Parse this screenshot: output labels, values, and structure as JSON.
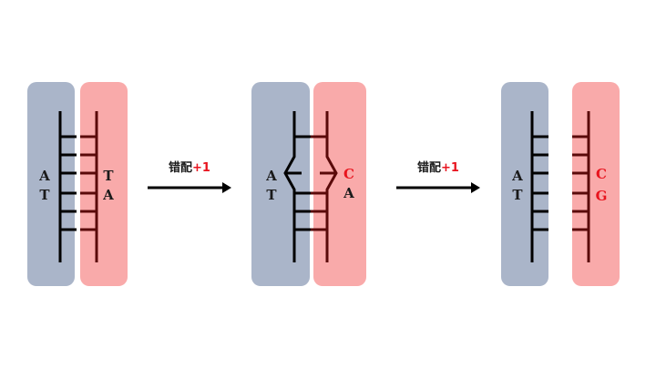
{
  "colors": {
    "blue_strand_bg": "#aab5c9",
    "pink_strand_bg": "#f9aaaa",
    "left_strand_line": "#000000",
    "right_strand_line": "#5a0a0a",
    "mismatch_red": "#e8141e",
    "text_dark": "#1a1a1a"
  },
  "panels": [
    {
      "left_bases": [
        "A",
        "T"
      ],
      "right_bases": [
        "T",
        "A"
      ],
      "right_highlight": [
        false,
        false
      ]
    },
    {
      "left_bases": [
        "A",
        "T"
      ],
      "right_bases": [
        "C",
        "A"
      ],
      "right_highlight": [
        true,
        false
      ]
    },
    {
      "left_bases": [
        "A",
        "T"
      ],
      "right_bases": [
        "C",
        "G"
      ],
      "right_highlight": [
        true,
        true
      ]
    }
  ],
  "arrows": [
    {
      "label_text": "错配",
      "label_count": "+1"
    },
    {
      "label_text": "错配",
      "label_count": "+1"
    }
  ]
}
